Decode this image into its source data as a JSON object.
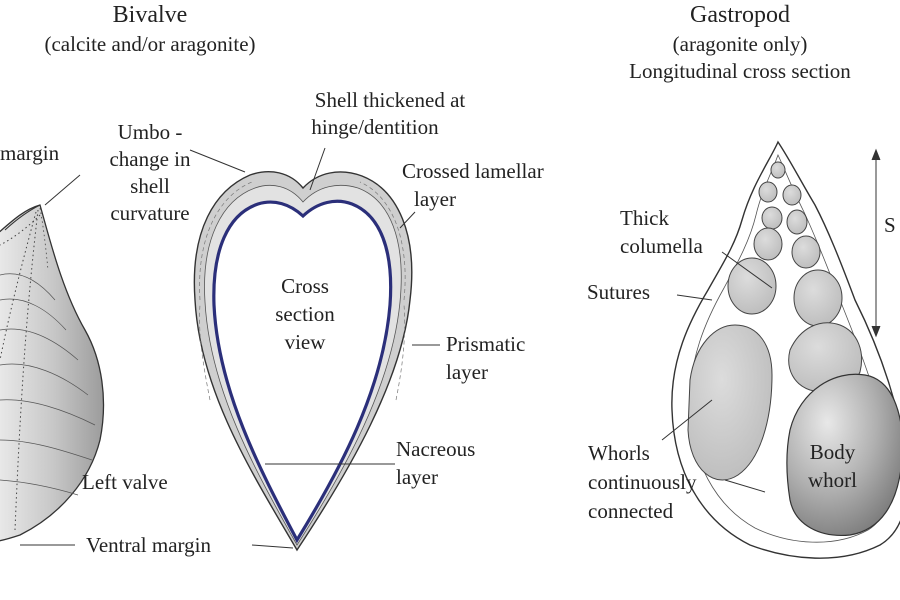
{
  "bivalve": {
    "title": "Bivalve",
    "subtitle": "(calcite and/or aragonite)",
    "labels": {
      "margin": "margin",
      "umbo_1": "Umbo -",
      "umbo_2": "change in",
      "umbo_3": "shell",
      "umbo_4": "curvature",
      "left_valve": "Left valve",
      "ventral_margin": "Ventral margin",
      "hinge_1": "Shell thickened at",
      "hinge_2": "hinge/dentition",
      "crossed_1": "Crossed lamellar",
      "crossed_2": "layer",
      "cross_1": "Cross",
      "cross_2": "section",
      "cross_3": "view",
      "prismatic_1": "Prismatic",
      "prismatic_2": "layer",
      "nacreous_1": "Nacreous",
      "nacreous_2": "layer"
    }
  },
  "gastropod": {
    "title": "Gastropod",
    "subtitle_1": "(aragonite only)",
    "subtitle_2": "Longitudinal cross section",
    "labels": {
      "spire_s": "S",
      "columella_1": "Thick",
      "columella_2": "columella",
      "sutures": "Sutures",
      "whorls_1": "Whorls",
      "whorls_2": "continuously",
      "whorls_3": "connected",
      "body_1": "Body",
      "body_2": "whorl"
    }
  },
  "colors": {
    "nacreous_line": "#2b2f7a",
    "shell_fill": "#c9c9c9",
    "chamber_fill": "#c4c4c4",
    "body_whorl_dark": "#7a7a7a"
  }
}
